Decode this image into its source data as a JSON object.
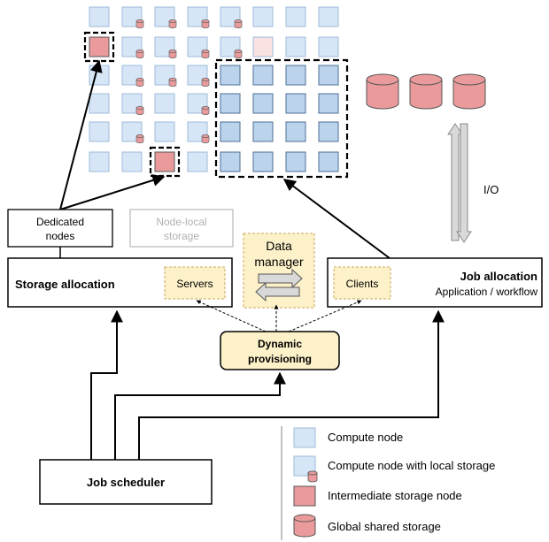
{
  "labels": {
    "dedicated_nodes_1": "Dedicated",
    "dedicated_nodes_2": "nodes",
    "node_local_1": "Node-local",
    "node_local_2": "storage",
    "data_manager_1": "Data",
    "data_manager_2": "manager",
    "storage_allocation": "Storage allocation",
    "servers": "Servers",
    "clients": "Clients",
    "job_allocation": "Job allocation",
    "job_allocation_sub": "Application / workflow",
    "dynamic_1": "Dynamic",
    "dynamic_2": "provisioning",
    "job_scheduler": "Job scheduler",
    "io": "I/O"
  },
  "legend": {
    "compute_node": "Compute node",
    "compute_node_local": "Compute node with local storage",
    "intermediate": "Intermediate storage node",
    "global_shared": "Global shared storage"
  },
  "colors": {
    "compute_fill": "#d6e6f7",
    "compute_stroke": "#9fbbd8",
    "compute_alloc_fill": "#bcd3ec",
    "intermediate_fill": "#ea9a9a",
    "intermediate_faded": "#fbe2e2",
    "cylinder_fill": "#ea9a9a",
    "highlight_fill": "#fdf1c9",
    "highlight_stroke": "#c9a85a"
  },
  "icons": {
    "io_arrow": "double-vertical-arrow",
    "data_manager_arrows": "swap-arrows-icon"
  }
}
